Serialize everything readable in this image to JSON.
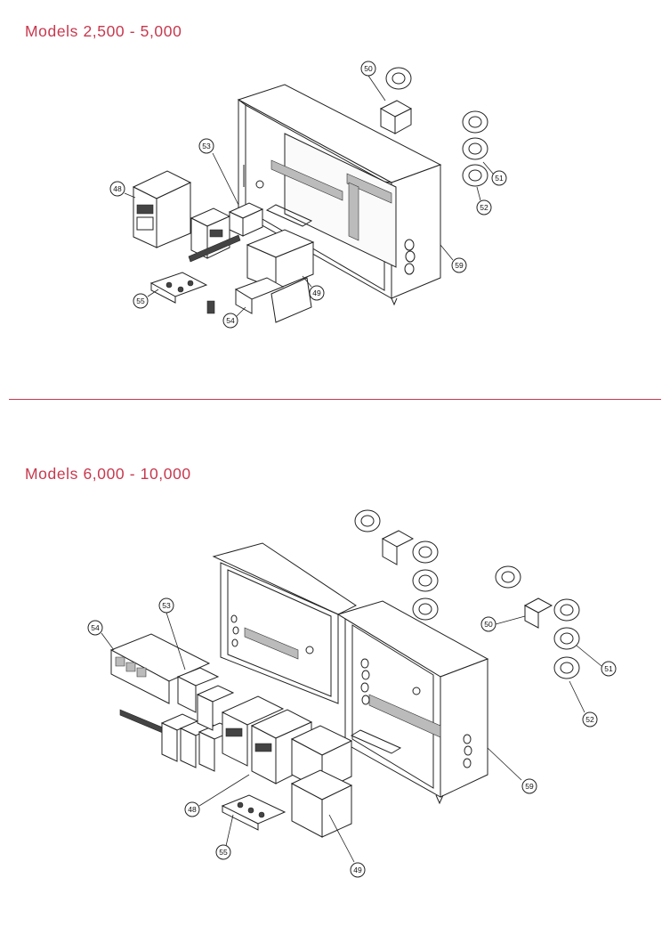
{
  "sections": [
    {
      "title": "Models 2,500 - 5,000",
      "callouts": [
        "50",
        "53",
        "48",
        "51",
        "52",
        "59",
        "49",
        "55",
        "54"
      ]
    },
    {
      "title": "Models 6,000 - 10,000",
      "callouts": [
        "53",
        "54",
        "50",
        "51",
        "52",
        "59",
        "48",
        "55",
        "49"
      ]
    }
  ],
  "colors": {
    "accent": "#c8384e",
    "line": "#222222"
  }
}
